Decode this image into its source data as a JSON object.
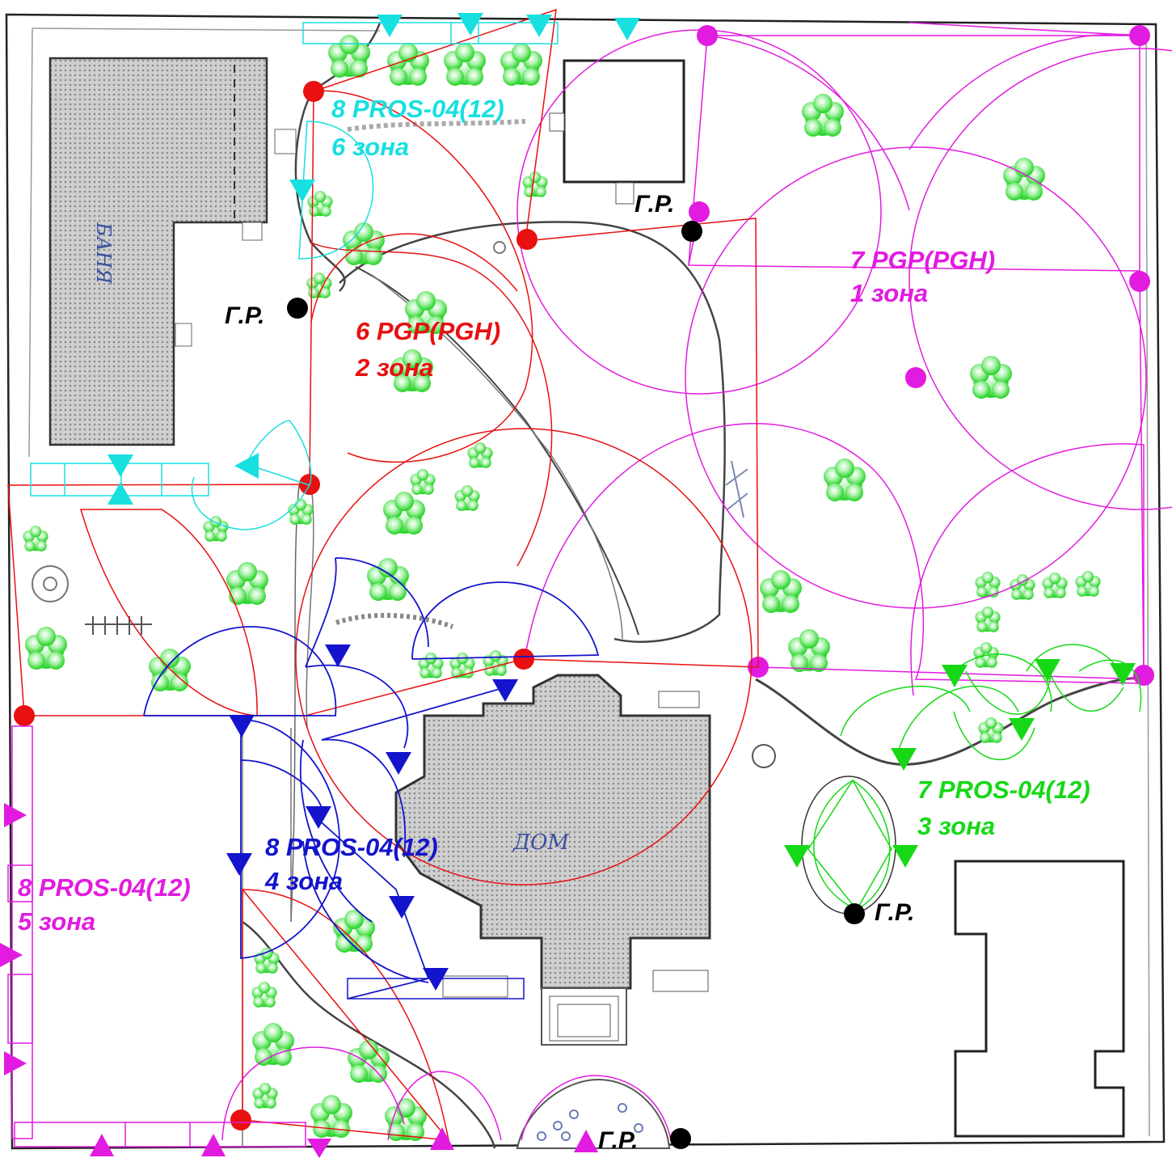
{
  "colors": {
    "zone1": "#e21be0",
    "zone2": "#e81010",
    "zone3": "#16d816",
    "zone4": "#1414cc",
    "zone5": "#e21be0",
    "zone6": "#18dfe0",
    "valve": "#000000",
    "plan_line": "#555555",
    "building_fill": "#c8c8c8",
    "tree_fill": "#2ee02e"
  },
  "zones": [
    {
      "id": "zone-1",
      "sprinkler": "7 PGP(PGH)",
      "zone": "1 зона",
      "color": "#e21be0"
    },
    {
      "id": "zone-2",
      "sprinkler": "6 PGP(PGH)",
      "zone": "2 зона",
      "color": "#e81010"
    },
    {
      "id": "zone-3",
      "sprinkler": "7 PROS-04(12)",
      "zone": "3 зона",
      "color": "#16d816"
    },
    {
      "id": "zone-4",
      "sprinkler": "8 PROS-04(12)",
      "zone": "4 зона",
      "color": "#1414cc"
    },
    {
      "id": "zone-5",
      "sprinkler": "8 PROS-04(12)",
      "zone": "5 зона",
      "color": "#e21be0"
    },
    {
      "id": "zone-6",
      "sprinkler": "8 PROS-04(12)",
      "zone": "6 зона",
      "color": "#18dfe0"
    }
  ],
  "valve_label": "Г.Р.",
  "buildings": {
    "sauna": "БАНЯ",
    "house": "ДОМ"
  }
}
